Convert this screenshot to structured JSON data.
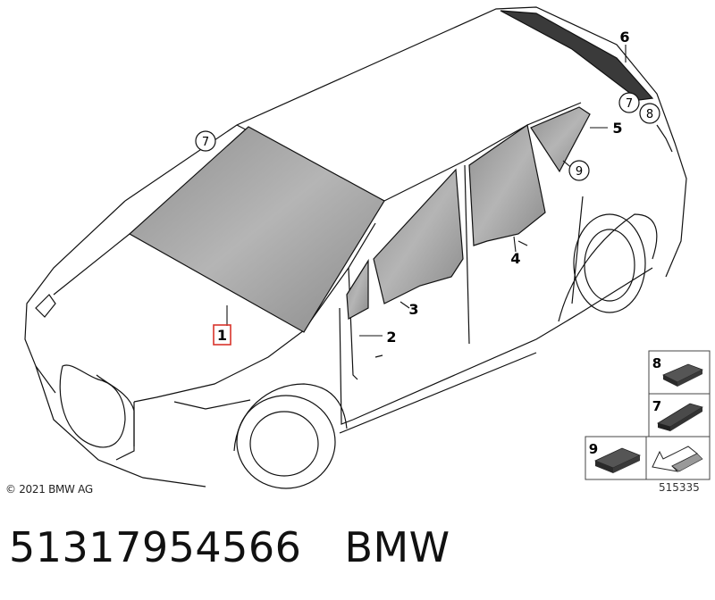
{
  "callouts": {
    "windshield": "1",
    "front_quarter": "2",
    "front_door_glass": "3",
    "rear_door_glass": "4",
    "rear_quarter": "5",
    "rear_window": "6",
    "adhesive_strip": "7",
    "adhesive_block": "8",
    "rear_quarter_spacer": "9"
  },
  "legend": {
    "item_8": "8",
    "item_7": "7",
    "item_9": "9"
  },
  "copyright": "© 2021 BMW AG",
  "diagram_number": "515335",
  "footer": {
    "part_number": "51317954566",
    "brand": "BMW"
  },
  "colors": {
    "glass": "#9a9a9a",
    "outline": "#111111",
    "highlight": "#d9342b"
  }
}
